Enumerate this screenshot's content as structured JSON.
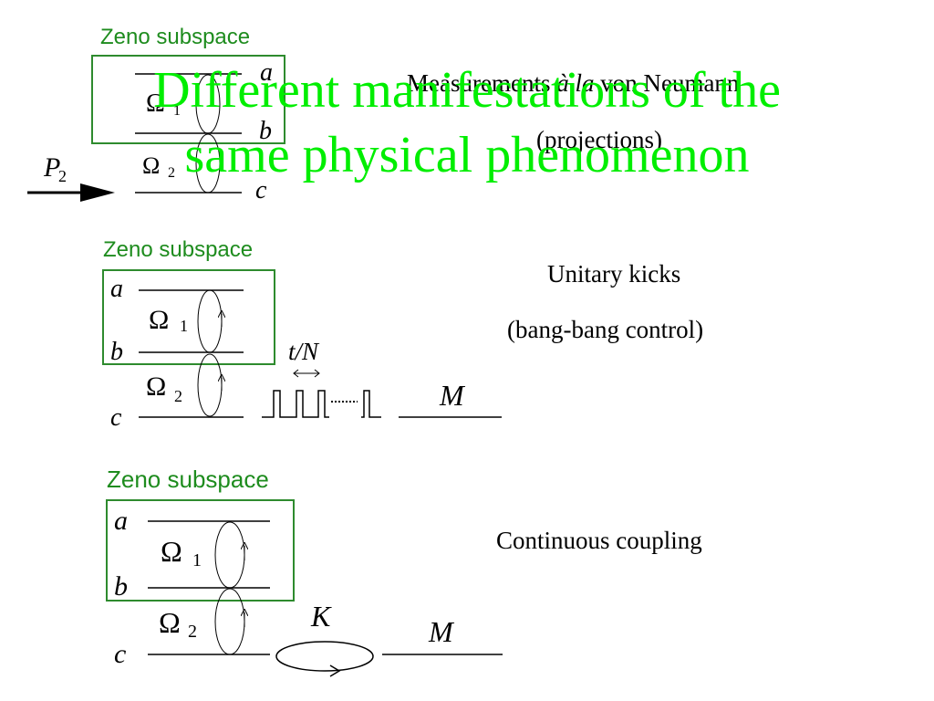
{
  "title": {
    "line1": "Different manifestations of the",
    "line2": "same physical phenomenon"
  },
  "panel1": {
    "zeno_label": "Zeno subspace",
    "level_a": "a",
    "level_b": "b",
    "level_c": "c",
    "omega1_symbol": "Ω",
    "omega1_sub": "1",
    "omega2_symbol": "Ω",
    "omega2_sub": "2",
    "projector_symbol": "P",
    "projector_sub": "2",
    "caption_pre": "Measurements ",
    "caption_italic": "à la",
    "caption_post": " von Neumann",
    "caption_line2": "(projections)"
  },
  "panel2": {
    "zeno_label": "Zeno subspace",
    "level_a": "a",
    "level_b": "b",
    "level_c": "c",
    "omega1_symbol": "Ω",
    "omega1_sub": "1",
    "omega2_symbol": "Ω",
    "omega2_sub": "2",
    "pulse_spacing_label": "t/N",
    "meter_label": "M",
    "caption_line1": "Unitary kicks",
    "caption_line2": "(bang-bang control)"
  },
  "panel3": {
    "zeno_label": "Zeno subspace",
    "level_a": "a",
    "level_b": "b",
    "level_c": "c",
    "omega1_symbol": "Ω",
    "omega1_sub": "1",
    "omega2_symbol": "Ω",
    "omega2_sub": "2",
    "coupling_label": "K",
    "meter_label": "M",
    "caption_line1": "Continuous coupling"
  },
  "colors": {
    "title": "#00ee00",
    "zeno_box": "#2e8b2e",
    "zeno_label": "#1e8c1e",
    "diagram_ink": "#000000"
  }
}
